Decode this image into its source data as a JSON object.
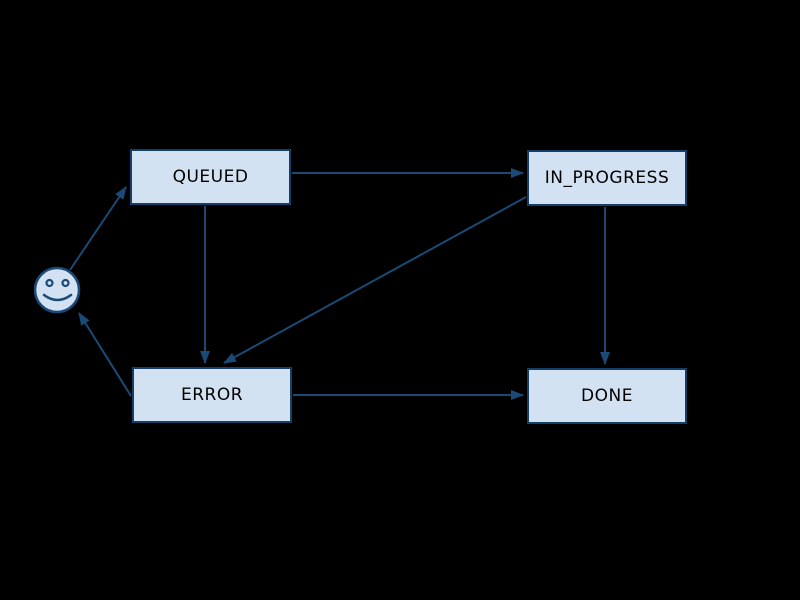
{
  "diagram": {
    "background_color": "#000000",
    "node_fill_color": "#d3e2f3",
    "node_border_color": "#143f66",
    "edge_color": "#1a4a75",
    "node_text_color": "#000000",
    "nodes": [
      {
        "id": "queued",
        "label": "QUEUED"
      },
      {
        "id": "in_progress",
        "label": "IN_PROGRESS"
      },
      {
        "id": "error",
        "label": "ERROR"
      },
      {
        "id": "done",
        "label": "DONE"
      }
    ],
    "actor": {
      "id": "actor",
      "icon": "smiley-face-icon"
    },
    "edges": [
      {
        "from": "actor",
        "to": "queued"
      },
      {
        "from": "queued",
        "to": "in_progress"
      },
      {
        "from": "queued",
        "to": "error"
      },
      {
        "from": "in_progress",
        "to": "error"
      },
      {
        "from": "in_progress",
        "to": "done"
      },
      {
        "from": "error",
        "to": "done"
      },
      {
        "from": "error",
        "to": "actor"
      }
    ]
  }
}
